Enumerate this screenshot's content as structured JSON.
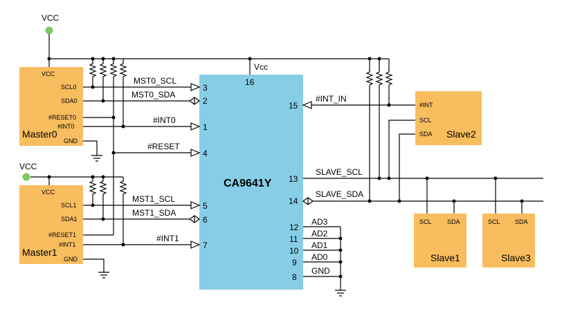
{
  "chip": {
    "name": "CA9641Y",
    "vcc_label": "Vcc",
    "vcc_pin": "16",
    "pins_left": [
      {
        "num": "3",
        "label": "MST0_SCL"
      },
      {
        "num": "2",
        "label": "MST0_SDA"
      },
      {
        "num": "1",
        "label": "#INT0"
      },
      {
        "num": "4",
        "label": "#RESET"
      },
      {
        "num": "5",
        "label": "MST1_SCL"
      },
      {
        "num": "6",
        "label": "MST1_SDA"
      },
      {
        "num": "7",
        "label": "#INT1"
      }
    ],
    "pins_right": [
      {
        "num": "15",
        "label": "#INT_IN"
      },
      {
        "num": "13",
        "label": "SLAVE_SCL"
      },
      {
        "num": "14",
        "label": "SLAVE_SDA"
      },
      {
        "num": "12",
        "label": "AD3"
      },
      {
        "num": "11",
        "label": "AD2"
      },
      {
        "num": "10",
        "label": "AD1"
      },
      {
        "num": "9",
        "label": "AD0"
      },
      {
        "num": "8",
        "label": "GND"
      }
    ]
  },
  "vcc": [
    "VCC",
    "VCC"
  ],
  "master0": {
    "name": "Master0",
    "pins": [
      "VCC",
      "SCL0",
      "SDA0",
      "#RESET0",
      "#INT0",
      "GND"
    ]
  },
  "master1": {
    "name": "Master1",
    "pins": [
      "VCC",
      "SCL1",
      "SDA1",
      "#RESET1",
      "#INT1",
      "GND"
    ]
  },
  "slave2": {
    "name": "Slave2",
    "pins": [
      "#INT",
      "SCL",
      "SDA"
    ]
  },
  "slave1": {
    "name": "Slave1",
    "pins": [
      "SCL",
      "SDA"
    ]
  },
  "slave3": {
    "name": "Slave3",
    "pins": [
      "SCL",
      "SDA"
    ]
  },
  "colors": {
    "device": "#f8bd5f",
    "chip": "#87cde6",
    "vcc_dot": "#7cc95d"
  }
}
